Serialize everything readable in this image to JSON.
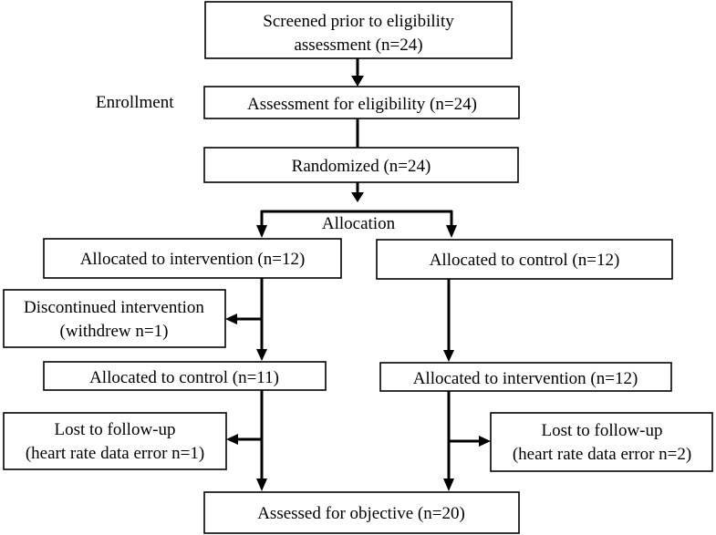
{
  "side_label": "Enrollment",
  "allocation_label": "Allocation",
  "boxes": {
    "screened": {
      "line1": "Screened prior to eligibility",
      "line2": "assessment (n=24)"
    },
    "eligibility": {
      "text": "Assessment for eligibility (n=24)"
    },
    "randomized": {
      "text": "Randomized (n=24)"
    },
    "alloc_intervention": {
      "text": "Allocated to intervention (n=12)"
    },
    "alloc_control": {
      "text": "Allocated to control (n=12)"
    },
    "discontinued": {
      "line1": "Discontinued intervention",
      "line2": "(withdrew n=1)"
    },
    "second_control": {
      "text": "Allocated to control (n=11)"
    },
    "second_intervention": {
      "text": "Allocated to intervention (n=12)"
    },
    "lost_left": {
      "line1": "Lost to follow-up",
      "line2": "(heart rate data error n=1)"
    },
    "lost_right": {
      "line1": "Lost to follow-up",
      "line2": "(heart rate data error n=2)"
    },
    "assessed": {
      "text": "Assessed for objective (n=20)"
    }
  }
}
